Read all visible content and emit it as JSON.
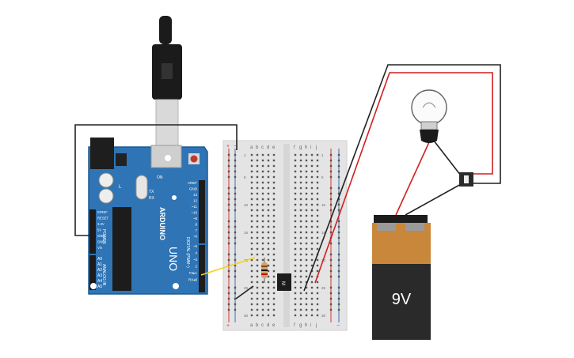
{
  "colors": {
    "board": "#2f74b5",
    "board_dark": "#1f5a92",
    "breadboard": "#e4e4e4",
    "rail_red": "#d33",
    "rail_blue": "#3a6fb0",
    "wire_red": "#d21f1f",
    "wire_black": "#222222",
    "wire_yellow": "#f2d21b",
    "battery_top": "#c8873a",
    "battery_body": "#2a2a2a"
  },
  "arduino": {
    "brand": "ARDUINO",
    "model": "UNO",
    "on_label": "ON",
    "tx_label": "TX",
    "rx_label": "RX",
    "l_label": "L",
    "power_header": "POWER",
    "analog_header": "ANALOG IN",
    "digital_header": "DIGITAL (PWM~)",
    "power_pins": [
      "IOREF",
      "RESET",
      "3.3V",
      "5V",
      "GND",
      "GND",
      "Vin"
    ],
    "analog_pins": [
      "A0",
      "A1",
      "A2",
      "A3",
      "A4",
      "A5"
    ],
    "digital_pins": [
      "AREF",
      "GND",
      "13",
      "12",
      "~11",
      "~10",
      "~9",
      "8",
      "7",
      "~6",
      "~5",
      "4",
      "~3",
      "2",
      "TX▸1",
      "RX◂0"
    ]
  },
  "breadboard": {
    "cols_left": [
      "a",
      "b",
      "c",
      "d",
      "e"
    ],
    "cols_right": [
      "f",
      "g",
      "h",
      "i",
      "j"
    ],
    "rail_plus": "+",
    "rail_minus": "−",
    "row_numbers": [
      "1",
      "5",
      "10",
      "15",
      "20",
      "25",
      "30"
    ]
  },
  "battery": {
    "label": "9V"
  },
  "components": {
    "ic_label": "M",
    "resistor": "resistor",
    "bulb": "bulb",
    "button": "push-button"
  }
}
